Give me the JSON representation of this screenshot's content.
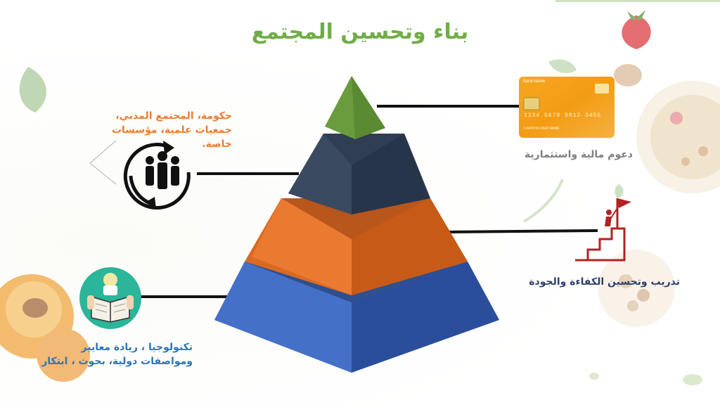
{
  "title": "بناء وتحسين المجتمع",
  "labels": {
    "top_left": "حكومة، المجتمع المدني، جمعيات علمية، مؤسسات خاصة.",
    "top_right": "دعوم مالية واستثمارية",
    "mid_right": "تدريب وتحسين الكفاءة والجودة",
    "bottom_left": "تكنولوجيا ، ريادة معايير ومواصفات دولية، بحوث ، ابتكار"
  },
  "card": {
    "bank": "Bank Name",
    "number": "1234 5678 9012 3456",
    "holder": "CARDHOLDER NAME"
  },
  "colors": {
    "green": "#6a9c3e",
    "navy": "#2f3e52",
    "orange": "#d96a22",
    "blue": "#3a62b8"
  },
  "icons": [
    "people-cycle-icon",
    "credit-card-icon",
    "success-flag-icon",
    "reader-book-icon"
  ]
}
